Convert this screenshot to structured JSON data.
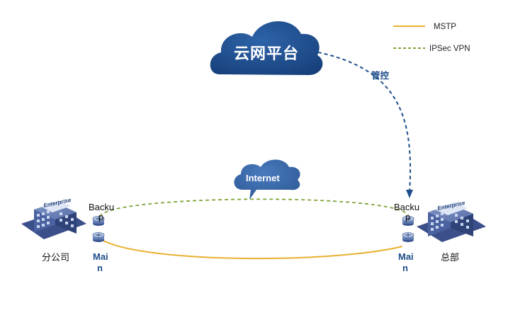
{
  "legend": {
    "mstp_label": "MSTP",
    "ipsec_label": "IPSec VPN",
    "mstp_color": "#e8b030",
    "ipsec_color": "#7fa33a"
  },
  "cloud_platform": {
    "label": "云网平台",
    "color": "#1f4e8c"
  },
  "internet_cloud": {
    "label": "Internet",
    "color": "#2f5f9e"
  },
  "management_link": {
    "label": "管控",
    "color": "#1f4e8c"
  },
  "branch_site": {
    "label": "分公司",
    "building_sign": "Enterprise",
    "backup_label_line1": "Backu",
    "backup_label_line2": "p",
    "main_label_line1": "Mai",
    "main_label_line2": "n"
  },
  "hq_site": {
    "label": "总部",
    "building_sign": "Enterprise",
    "backup_label_line1": "Backu",
    "backup_label_line2": "p",
    "main_label_line1": "Mai",
    "main_label_line2": "n"
  }
}
